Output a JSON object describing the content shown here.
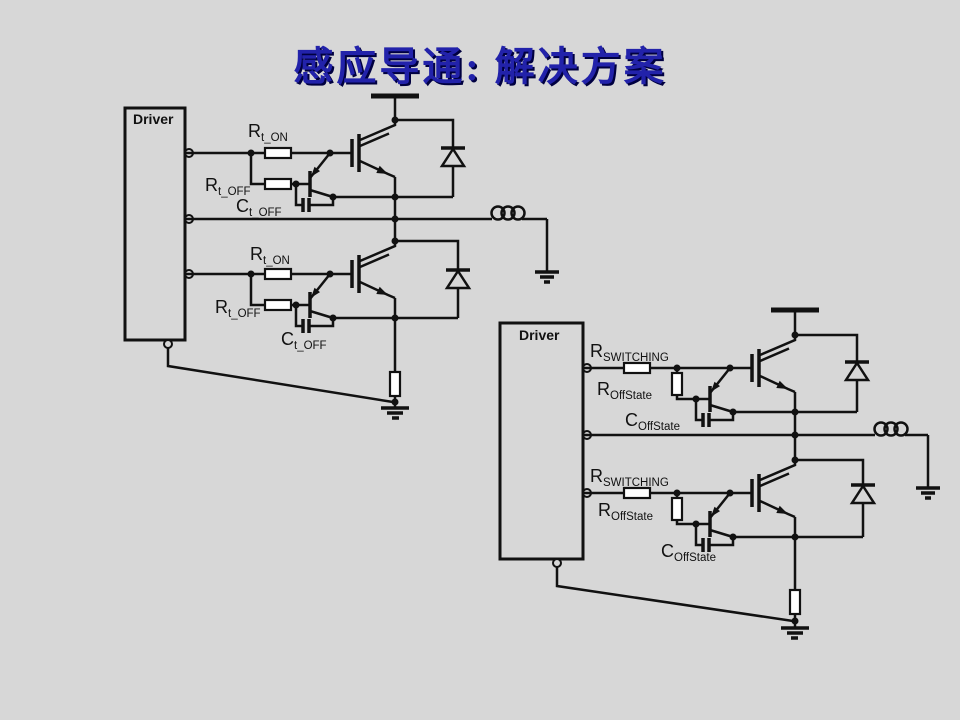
{
  "slide": {
    "title": "感应导通: 解决方案"
  },
  "colors": {
    "background": "#d7d7d7",
    "line": "#111111",
    "title_blue": "#2222aa",
    "resistor_fill": "#ffffff"
  },
  "left": {
    "driver": "Driver",
    "rtOn1": {
      "m": "R",
      "s": "t_ON"
    },
    "rtOff1": {
      "m": "R",
      "s": "t_OFF"
    },
    "ctOff1": {
      "m": "C",
      "s": "t_OFF"
    },
    "rtOn2": {
      "m": "R",
      "s": "t_ON"
    },
    "rtOff2": {
      "m": "R",
      "s": "t_OFF"
    },
    "ctOff2": {
      "m": "C",
      "s": "t_OFF"
    }
  },
  "right": {
    "driver": "Driver",
    "rSw1": {
      "m": "R",
      "s": "SWITCHING"
    },
    "rOffState1": {
      "m": "R",
      "s": "OffState"
    },
    "cOffState1": {
      "m": "C",
      "s": "OffState"
    },
    "rSw2": {
      "m": "R",
      "s": "SWITCHING"
    },
    "rOffState2": {
      "m": "R",
      "s": "OffState"
    },
    "cOffState2": {
      "m": "C",
      "s": "OffState"
    }
  }
}
